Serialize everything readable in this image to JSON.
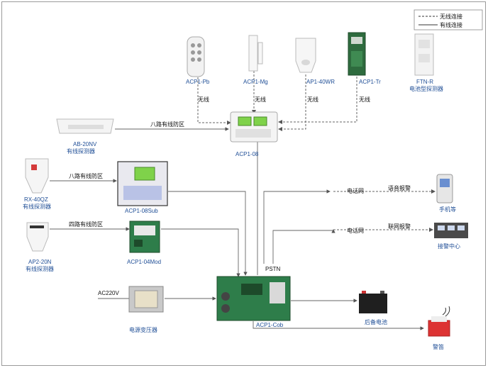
{
  "legend": {
    "wireless": "无线连接",
    "wired": "有线连接"
  },
  "devices": {
    "acp1_pb": "ACP1-Pb",
    "acp1_mg": "ACP1-Mg",
    "ap1_40wr": "AP1-40WR",
    "acp1_tr": "ACP1-Tr",
    "ftn_r": "FTN-R",
    "ftn_r_sub": "电池型探测器",
    "acp1_08": "ACP1-08",
    "ab_20nv": "AB-20NV",
    "ab_20nv_sub": "有线探测器",
    "rx_40qz": "RX-40QZ",
    "rx_40qz_sub": "有线探测器",
    "acp1_08sub": "ACP1-08Sub",
    "ap2_20n": "AP2-20N",
    "ap2_20n_sub": "有线探测器",
    "acp1_04mod": "ACP1-04Mod",
    "transformer": "电源变压器",
    "acp1_cob": "ACP1-Cob",
    "battery": "后备电池",
    "phone": "手机等",
    "center": "接警中心",
    "siren": "警笛"
  },
  "links": {
    "wireless1": "无线",
    "wireless2": "无线",
    "wireless3": "无线",
    "wireless4": "无线",
    "zone8_top": "八路有线防区",
    "zone8_left": "八路有线防区",
    "zone4": "四路有线防区",
    "ac220": "AC220V",
    "pstn": "PSTN",
    "tel1": "电话网",
    "tel2": "电话网",
    "voice": "语音报警",
    "net": "联网报警"
  },
  "colors": {
    "label_blue": "#1f4e96",
    "line_gray": "#666666",
    "pcb_green": "#2e7d4a"
  }
}
